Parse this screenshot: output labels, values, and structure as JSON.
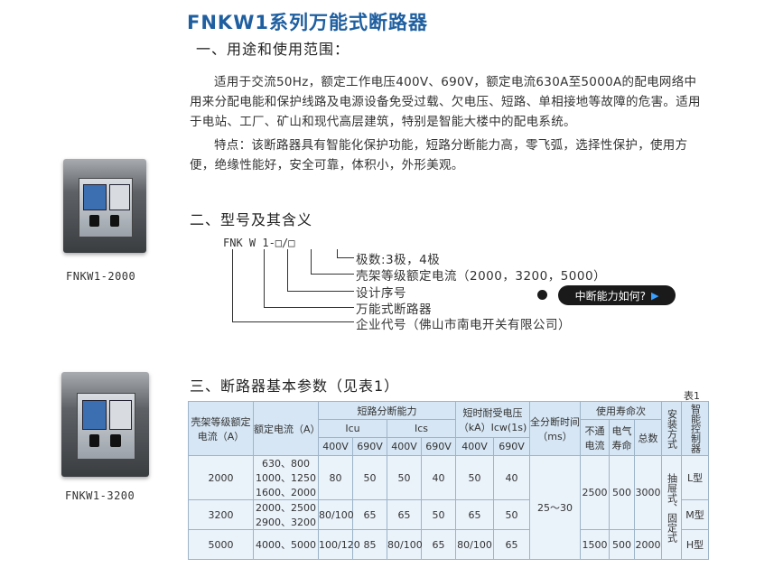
{
  "title": "FNKW1系列万能式断路器",
  "section1": {
    "heading": "一、用途和使用范围：",
    "para1": "适用于交流50Hz，额定工作电压400V、690V，额定电流630A至5000A的配电网络中用来分配电能和保护线路及电源设备免受过载、欠电压、短路、单相接地等故障的危害。适用于电站、工厂、矿山和现代高层建筑，特别是智能大楼中的配电系统。",
    "para2": "特点：该断路器具有智能化保护功能，短路分断能力高，零飞弧，选择性保护，使用方便，绝缘性能好，安全可靠，体积小，外形美观。"
  },
  "section2": {
    "heading": "二、型号及其含义",
    "code": "FNK  W  1-□/□",
    "items": [
      "极数:3极，4极",
      "壳架等级额定电流（2000，3200，5000）",
      "设计序号",
      "万能式断路器",
      "企业代号（佛山市南电开关有限公司）"
    ]
  },
  "section3": {
    "heading": "三、断路器基本参数（见表1）",
    "table_tag": "表1"
  },
  "images": [
    {
      "caption": "FNKW1-2000"
    },
    {
      "caption": "FNKW1-3200"
    }
  ],
  "badge": {
    "label": "中断能力如何?",
    "icon": "arrow-right-icon"
  },
  "table": {
    "h_frame": "壳架等级额定电流（A）",
    "h_rated": "额定电流（A）",
    "h_breaking": "短路分断能力",
    "h_icu": "Icu",
    "h_ics": "Ics",
    "h_short": "短时耐受电压（kA）Icw(1s)",
    "h_time": "全分断时间（ms）",
    "h_life": "使用寿命次",
    "h_life_a": "不通电流",
    "h_life_b": "电气寿命",
    "h_life_c": "总数",
    "h_install": "安装方式",
    "h_ctrl": "智能控制器",
    "v400": "400V",
    "v690": "690V",
    "rows": [
      {
        "frame": "2000",
        "rated": "630、800 1000、1250 1600、2000",
        "icu400": "80",
        "icu690": "50",
        "ics400": "50",
        "ics690": "40",
        "icw400": "50",
        "icw690": "40",
        "life_a": "2500",
        "life_b": "500",
        "life_c": "3000",
        "ctrl": "L型"
      },
      {
        "frame": "3200",
        "rated": "2000、2500 2900、3200",
        "icu400": "80/100",
        "icu690": "65",
        "ics400": "65",
        "ics690": "50",
        "icw400": "65",
        "icw690": "50",
        "life_a": "",
        "life_b": "",
        "life_c": "",
        "ctrl": "M型"
      },
      {
        "frame": "5000",
        "rated": "4000、5000",
        "icu400": "100/120",
        "icu690": "85",
        "ics400": "80/100",
        "ics690": "65",
        "icw400": "80/100",
        "icw690": "65",
        "life_a": "1500",
        "life_b": "500",
        "life_c": "2000",
        "ctrl": "H型"
      }
    ],
    "time_value": "25～30",
    "install_value": "抽屉式、固定式"
  }
}
